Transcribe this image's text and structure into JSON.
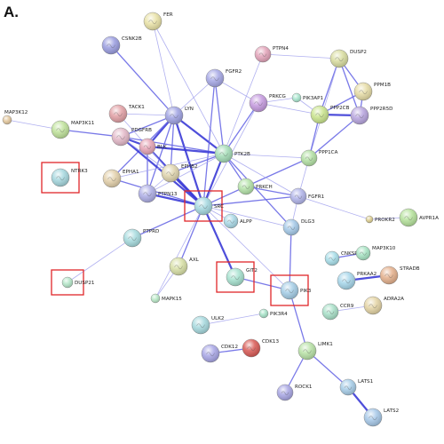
{
  "panel_label": "A.",
  "colors": {
    "edge_strong": "#3b3bd6",
    "edge_medium": "#6a6ae6",
    "edge_light": "#a7a7ee",
    "highlight_box": "#e0262a"
  },
  "nodes": [
    {
      "id": "FER",
      "label": "FER",
      "color": "#e9e2a6"
    },
    {
      "id": "CSNK2B",
      "label": "CSNK2B",
      "color": "#9a9de0"
    },
    {
      "id": "PTPN4",
      "label": "PTPN4",
      "color": "#e3a3b9"
    },
    {
      "id": "DUSP2",
      "label": "DUSP2",
      "color": "#d9dda0"
    },
    {
      "id": "FGFR2",
      "label": "FGFR2",
      "color": "#a6a8e6"
    },
    {
      "id": "PRKCG",
      "label": "PRKCG",
      "color": "#c59adf"
    },
    {
      "id": "PIK3AP1",
      "label": "PIK3AP1",
      "color": "#a8e6ce"
    },
    {
      "id": "PPM1B",
      "label": "PPM1B",
      "color": "#e6dca5"
    },
    {
      "id": "PPP2CB",
      "label": "PPP2CB",
      "color": "#c9e48c"
    },
    {
      "id": "PPP2R5D",
      "label": "PPP2R5D",
      "color": "#b8a5df"
    },
    {
      "id": "MAP3K12",
      "label": "MAP3K12",
      "color": "#e3c79c"
    },
    {
      "id": "MAP3K11",
      "label": "MAP3K11",
      "color": "#bfe29a"
    },
    {
      "id": "TACK1",
      "label": "TACK1",
      "color": "#e2a0a5"
    },
    {
      "id": "LYN",
      "label": "LYN",
      "color": "#9fa2e3"
    },
    {
      "id": "PDGFRB",
      "label": "PDGFRB",
      "color": "#e3b8c8"
    },
    {
      "id": "BLK",
      "label": "BLK",
      "color": "#e6a4b5"
    },
    {
      "id": "PTK2B",
      "label": "PTK2B",
      "color": "#a3dcb6"
    },
    {
      "id": "PPP1CA",
      "label": "PPP1CA",
      "color": "#b2e0a3"
    },
    {
      "id": "NTRK3",
      "label": "NTRK3",
      "color": "#a5d7de"
    },
    {
      "id": "EPHA1",
      "label": "EPHA1",
      "color": "#e3d0aa"
    },
    {
      "id": "EPHB2",
      "label": "EPHB2",
      "color": "#dfd4ad"
    },
    {
      "id": "PTPN13",
      "label": "PTPN13",
      "color": "#aeaee6"
    },
    {
      "id": "SRC",
      "label": "SRC",
      "color": "#a4d8e0"
    },
    {
      "id": "PRKCH",
      "label": "PRKCH",
      "color": "#b4e3a8"
    },
    {
      "id": "FGFR1",
      "label": "FGFR1",
      "color": "#b1b4ea"
    },
    {
      "id": "ALPP",
      "label": "ALPP",
      "color": "#a8d8e6"
    },
    {
      "id": "DLG3",
      "label": "DLG3",
      "color": "#a4c9e8"
    },
    {
      "id": "PROKR2",
      "label": "PROKR2",
      "color": "#dccd8e"
    },
    {
      "id": "AVPR1A",
      "label": "AVPR1A",
      "color": "#b5e29b"
    },
    {
      "id": "PTPRD",
      "label": "PTPRD",
      "color": "#a6dbde"
    },
    {
      "id": "AXL",
      "label": "AXL",
      "color": "#d8e0a6"
    },
    {
      "id": "CNKSR1",
      "label": "CNKSR1",
      "color": "#a6dde8"
    },
    {
      "id": "MAP3K10",
      "label": "MAP3K10",
      "color": "#a6e3c2"
    },
    {
      "id": "DUSP21",
      "label": "DUSP21",
      "color": "#b4e6c8"
    },
    {
      "id": "GIT2",
      "label": "GIT2",
      "color": "#a6e2cf"
    },
    {
      "id": "PRKAA2",
      "label": "PRKAA2",
      "color": "#a6d6ea"
    },
    {
      "id": "STRADB",
      "label": "STRADB",
      "color": "#e4b08c"
    },
    {
      "id": "PIK3",
      "label": "PIK3",
      "color": "#a4cde6"
    },
    {
      "id": "MAPK15",
      "label": "MAPK15",
      "color": "#b8e8c6"
    },
    {
      "id": "ADRA2A",
      "label": "ADRA2A",
      "color": "#e4d4a4"
    },
    {
      "id": "CCR9",
      "label": "CCR9",
      "color": "#a8e0c8"
    },
    {
      "id": "ULK2",
      "label": "ULK2",
      "color": "#a6d9de"
    },
    {
      "id": "PIK3R4",
      "label": "PIK3R4",
      "color": "#a6e2c8"
    },
    {
      "id": "CDK12",
      "label": "CDK12",
      "color": "#a8a6e6"
    },
    {
      "id": "CDK13",
      "label": "CDK13",
      "color": "#d95a55"
    },
    {
      "id": "LIMK1",
      "label": "LIMK1",
      "color": "#b8e2a6"
    },
    {
      "id": "ROCK1",
      "label": "ROCK1",
      "color": "#a8a6e4"
    },
    {
      "id": "LATS1",
      "label": "LATS1",
      "color": "#a6cde8"
    },
    {
      "id": "LATS2",
      "label": "LATS2",
      "color": "#a6c8e8"
    }
  ],
  "highlighted": [
    "NTRK3",
    "SRC",
    "DUSP21",
    "GIT2",
    "PIK3"
  ],
  "edges": [
    [
      "CSNK2B",
      "LYN",
      2
    ],
    [
      "FER",
      "LYN",
      1
    ],
    [
      "FER",
      "PTK2B",
      1
    ],
    [
      "LYN",
      "BLK",
      3
    ],
    [
      "LYN",
      "PDGFRB",
      2
    ],
    [
      "LYN",
      "PTK2B",
      3
    ],
    [
      "LYN",
      "SRC",
      3
    ],
    [
      "LYN",
      "PTPN13",
      2
    ],
    [
      "LYN",
      "EPHA1",
      2
    ],
    [
      "LYN",
      "EPHB2",
      2
    ],
    [
      "LYN",
      "FGFR2",
      1
    ],
    [
      "LYN",
      "TACK1",
      1
    ],
    [
      "FGFR2",
      "PTK2B",
      2
    ],
    [
      "FGFR2",
      "SRC",
      2
    ],
    [
      "FGFR2",
      "PRKCG",
      1
    ],
    [
      "PTPN4",
      "PTK2B",
      1
    ],
    [
      "PTPN4",
      "DUSP2",
      1
    ],
    [
      "PRKCG",
      "PTK2B",
      2
    ],
    [
      "PRKCG",
      "PIK3AP1",
      1
    ],
    [
      "PRKCG",
      "PPP2CB",
      1
    ],
    [
      "PRKCG",
      "SRC",
      1
    ],
    [
      "PIK3AP1",
      "PPP2CB",
      1
    ],
    [
      "DUSP2",
      "PPM1B",
      2
    ],
    [
      "DUSP2",
      "PPP2CB",
      2
    ],
    [
      "DUSP2",
      "PPP2R5D",
      2
    ],
    [
      "DUSP2",
      "PPP1CA",
      1
    ],
    [
      "PPM1B",
      "PPP2CB",
      2
    ],
    [
      "PPM1B",
      "PPP2R5D",
      2
    ],
    [
      "PPP2CB",
      "PPP2R5D",
      3
    ],
    [
      "PPP2CB",
      "PPP1CA",
      2
    ],
    [
      "PPP2R5D",
      "PPP1CA",
      2
    ],
    [
      "PPP1CA",
      "PTK2B",
      1
    ],
    [
      "PPP1CA",
      "PRKCH",
      2
    ],
    [
      "PPP1CA",
      "FGFR1",
      1
    ],
    [
      "MAP3K12",
      "MAP3K11",
      1
    ],
    [
      "MAP3K11",
      "PDGFRB",
      2
    ],
    [
      "TACK1",
      "BLK",
      1
    ],
    [
      "PDGFRB",
      "BLK",
      3
    ],
    [
      "PDGFRB",
      "PTK2B",
      2
    ],
    [
      "PDGFRB",
      "SRC",
      3
    ],
    [
      "PDGFRB",
      "EPHB2",
      1
    ],
    [
      "BLK",
      "PTK2B",
      3
    ],
    [
      "BLK",
      "SRC",
      3
    ],
    [
      "BLK",
      "PTPN13",
      2
    ],
    [
      "BLK",
      "EPHB2",
      1
    ],
    [
      "EPHA1",
      "SRC",
      2
    ],
    [
      "EPHA1",
      "PTK2B",
      1
    ],
    [
      "EPHB2",
      "SRC",
      3
    ],
    [
      "EPHB2",
      "PTK2B",
      2
    ],
    [
      "PTPN13",
      "SRC",
      3
    ],
    [
      "PTPN13",
      "PTK2B",
      1
    ],
    [
      "PTPN13",
      "EPHB2",
      1
    ],
    [
      "PTK2B",
      "SRC",
      3
    ],
    [
      "PTK2B",
      "PRKCH",
      2
    ],
    [
      "PTK2B",
      "DLG3",
      2
    ],
    [
      "PTK2B",
      "FGFR1",
      1
    ],
    [
      "SRC",
      "PRKCH",
      2
    ],
    [
      "SRC",
      "FGFR1",
      2
    ],
    [
      "SRC",
      "ALPP",
      1
    ],
    [
      "SRC",
      "PTPRD",
      2
    ],
    [
      "SRC",
      "AXL",
      2
    ],
    [
      "SRC",
      "GIT2",
      3
    ],
    [
      "SRC",
      "PIK3",
      1
    ],
    [
      "SRC",
      "DLG3",
      1
    ],
    [
      "SRC",
      "MAPK15",
      1
    ],
    [
      "PRKCH",
      "FGFR1",
      2
    ],
    [
      "FGFR1",
      "DLG3",
      1
    ],
    [
      "PTPRD",
      "DUSP21",
      1
    ],
    [
      "AXL",
      "MAPK15",
      1
    ],
    [
      "GIT2",
      "PIK3",
      2
    ],
    [
      "DLG3",
      "PIK3",
      2
    ],
    [
      "PROKR2",
      "AVPR1A",
      1
    ],
    [
      "PROKR2",
      "FGFR1",
      1
    ],
    [
      "MAP3K10",
      "CNKSR1",
      2
    ],
    [
      "PRKAA2",
      "STRADB",
      3
    ],
    [
      "CCR9",
      "ADRA2A",
      1
    ],
    [
      "ULK2",
      "PIK3R4",
      1
    ],
    [
      "CDK12",
      "CDK13",
      2
    ],
    [
      "PIK3",
      "LIMK1",
      2
    ],
    [
      "LIMK1",
      "ROCK1",
      2
    ],
    [
      "LIMK1",
      "LATS1",
      2
    ],
    [
      "LATS1",
      "LATS2",
      3
    ]
  ]
}
